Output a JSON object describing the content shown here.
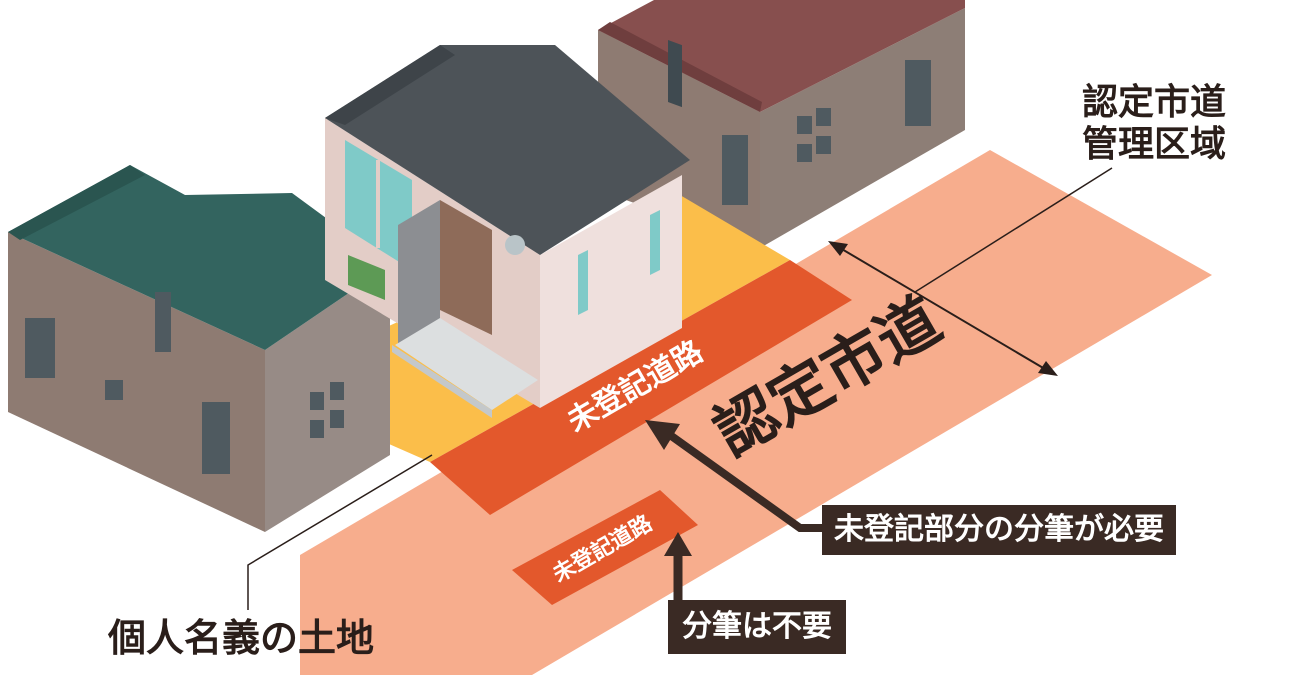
{
  "labels": {
    "managed_area_line1": "認定市道",
    "managed_area_line2": "管理区域",
    "city_road": "認定市道",
    "unregistered_road_large": "未登記道路",
    "unregistered_road_small": "未登記道路",
    "private_land": "個人名義の土地",
    "subdivision_required": "未登記部分の分筆が必要",
    "subdivision_not_required": "分筆は不要"
  },
  "colors": {
    "city_road": "#f7ad8d",
    "unregistered_road_large": "#e3582c",
    "unregistered_road_small": "#e3582c",
    "private_land": "#fbbe4a",
    "callout_background": "#3a2a24",
    "text_dark": "#2a1e1a"
  }
}
